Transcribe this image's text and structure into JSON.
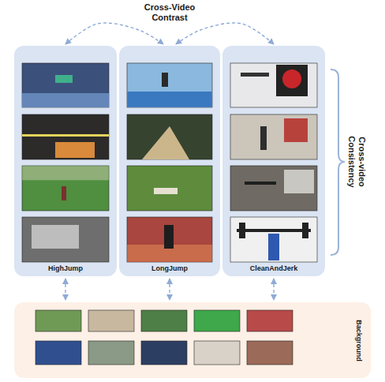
{
  "diagram": {
    "nodes": [
      {
        "text": [
          "HighJump"
        ]
      },
      {
        "text": [
          "LongJump"
        ]
      },
      {
        "text": [
          "CleanAndJerk"
        ]
      },
      {
        "text": [
          "Background"
        ]
      }
    ],
    "edges": [
      {
        "from": 0,
        "to": 1,
        "arrow": "both"
      },
      {
        "from": 1,
        "to": 2,
        "arrow": "both"
      },
      {
        "from": 0,
        "to": 3,
        "arrow": "both"
      },
      {
        "from": 1,
        "to": 3,
        "arrow": "both"
      },
      {
        "from": 2,
        "to": 3,
        "arrow": "both"
      }
    ],
    "labels": [
      "Cross-Video Contrast",
      "Cross-video Consistency"
    ]
  }
}
